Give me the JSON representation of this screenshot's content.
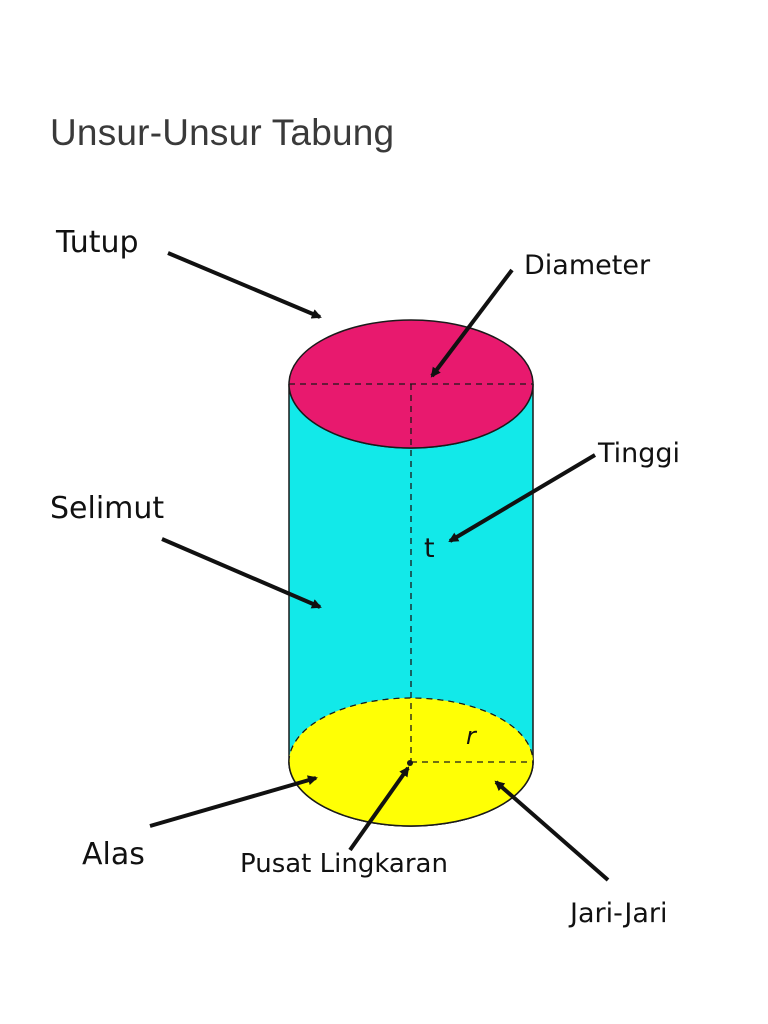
{
  "page": {
    "title": "Unsur-Unsur Tabung"
  },
  "diagram": {
    "labels": {
      "tutup": "Tutup",
      "diameter": "Diameter",
      "tinggi": "Tinggi",
      "selimut": "Selimut",
      "alas": "Alas",
      "pusat_lingkaran": "Pusat Lingkaran",
      "jari_jari": "Jari-Jari",
      "t_symbol": "t",
      "r_symbol": "r"
    },
    "colors": {
      "top_face": "#e8196e",
      "lateral_surface": "#12e9e9",
      "base_face": "#ffff05",
      "outline": "#1a1a1a",
      "arrow": "#111111"
    }
  }
}
